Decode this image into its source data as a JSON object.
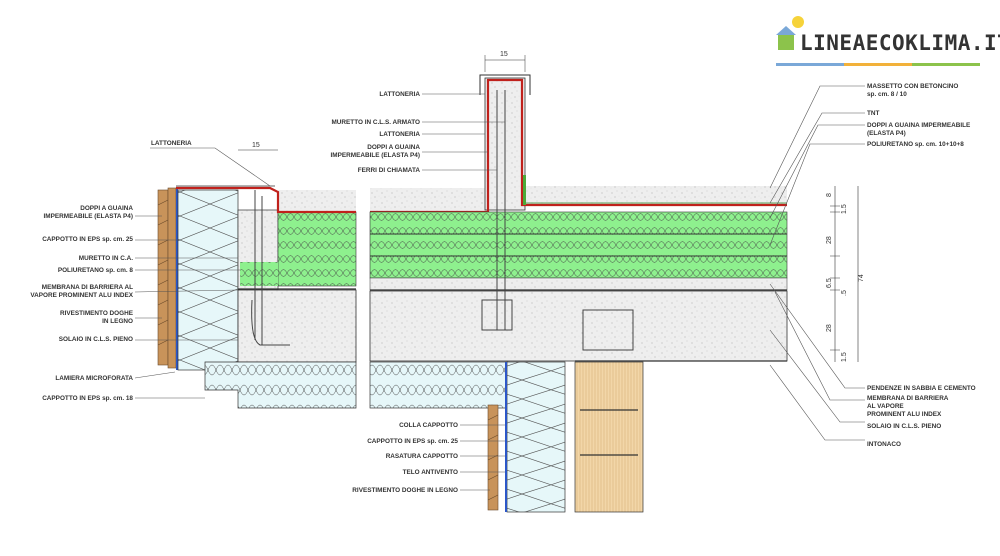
{
  "logo": {
    "text": "LINEAECOKLIMA.IT",
    "bar_colors": [
      "#7aa8d8",
      "#f2b13a",
      "#8cc34b"
    ]
  },
  "colors": {
    "insulation_green": "#8ef08e",
    "membrane_red": "#c0211c",
    "eps_blue": "#e6f7f9",
    "wood": "#c8935a",
    "timber": "#f2d6a8",
    "concrete": "#eeeeee"
  },
  "dimensions": {
    "parapet_width": "15",
    "left_width": "15",
    "v1": "8",
    "v2": "1.5",
    "v3": "28",
    "v4": "6.5",
    "v5": ".5",
    "v6": "28",
    "v7": "1.5",
    "total": "74"
  },
  "labels_left": [
    "LATTONERIA",
    "DOPPI A GUAINA",
    "IMPERMEABILE (ELASTA P4)",
    "CAPPOTTO IN EPS sp. cm. 25",
    "MURETTO IN C.A.",
    "POLIURETANO sp. cm. 8",
    "MEMBRANA DI BARRIERA AL",
    "VAPORE PROMINENT ALU INDEX",
    "RIVESTIMENTO DOGHE",
    "IN LEGNO",
    "SOLAIO IN C.L.S. PIENO",
    "LAMIERA MICROFORATA",
    "CAPPOTTO IN EPS sp. cm. 18"
  ],
  "labels_center_top": [
    "LATTONERIA",
    "MURETTO IN C.L.S. ARMATO",
    "LATTONERIA",
    "DOPPI A GUAINA",
    "IMPERMEABILE (ELASTA P4)",
    "FERRI DI CHIAMATA"
  ],
  "labels_right": [
    "MASSETTO CON BETONCINO",
    "sp.     cm. 8 / 10",
    "TNT",
    "DOPPI A GUAINA IMPERMEABILE",
    "(ELASTA P4)",
    "POLIURETANO sp. cm. 10+10+8",
    "PENDENZE IN SABBIA E CEMENTO",
    "MEMBRANA DI BARRIERA",
    "AL VAPORE",
    "PROMINENT ALU INDEX",
    "SOLAIO IN C.L.S. PIENO",
    "INTONACO"
  ],
  "labels_bottom": [
    "COLLA CAPPOTTO",
    "CAPPOTTO IN EPS sp. cm. 25",
    "RASATURA CAPPOTTO",
    "TELO ANTIVENTO",
    "RIVESTIMENTO DOGHE IN LEGNO"
  ]
}
